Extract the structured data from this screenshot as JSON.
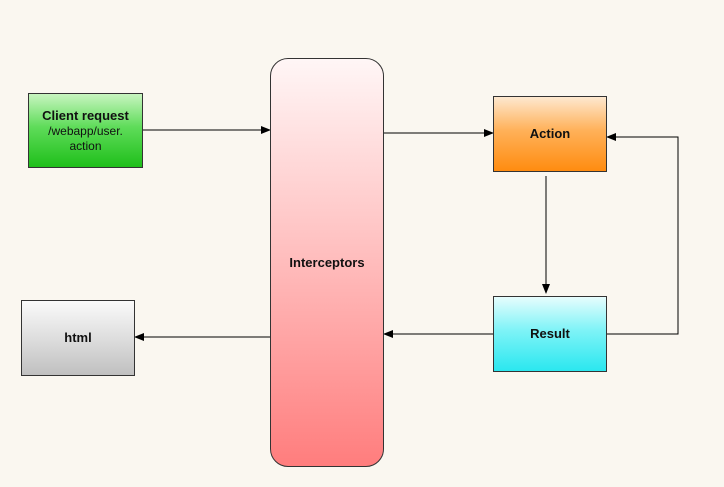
{
  "nodes": {
    "client": {
      "title": "Client request",
      "line1": "/webapp/user.",
      "line2": "action"
    },
    "interceptors": {
      "title": "Interceptors"
    },
    "action": {
      "title": "Action"
    },
    "result": {
      "title": "Result"
    },
    "html": {
      "title": "html"
    }
  },
  "edges": [
    {
      "from": "client",
      "to": "interceptors"
    },
    {
      "from": "interceptors",
      "to": "action"
    },
    {
      "from": "action",
      "to": "result"
    },
    {
      "from": "result",
      "to": "action"
    },
    {
      "from": "result",
      "to": "interceptors"
    },
    {
      "from": "interceptors",
      "to": "html"
    }
  ]
}
